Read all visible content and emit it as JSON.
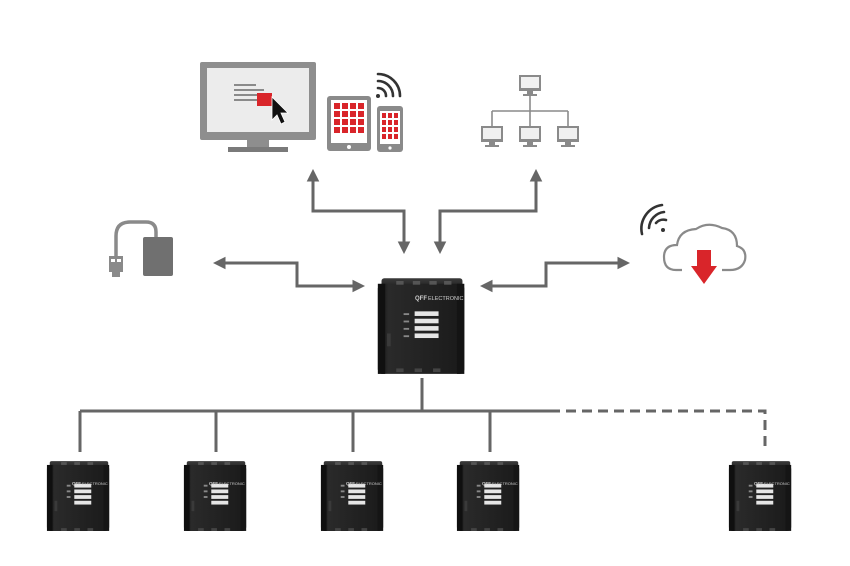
{
  "diagram": {
    "colors": {
      "line": "#666666",
      "line_dark": "#555555",
      "icon_gray": "#8a8a8a",
      "accent_red": "#d9252a",
      "device_body": "#1e1e1e",
      "device_edge": "#3a3a3a",
      "background": "#ffffff"
    },
    "central_device": {
      "brand_logo": "QFF",
      "brand_text": "ELECTRONIC"
    },
    "peripherals": [
      {
        "name": "pc-monitor-icon"
      },
      {
        "name": "tablet-icon"
      },
      {
        "name": "smartphone-icon"
      },
      {
        "name": "wifi-signal-icon"
      },
      {
        "name": "network-topology-icon"
      },
      {
        "name": "usb-adapter-icon"
      },
      {
        "name": "cloud-download-icon"
      }
    ],
    "slave_devices": [
      {
        "brand_logo": "QFF",
        "brand_text": "ELECTRONIC",
        "connection": "solid"
      },
      {
        "brand_logo": "QFF",
        "brand_text": "ELECTRONIC",
        "connection": "solid"
      },
      {
        "brand_logo": "QFF",
        "brand_text": "ELECTRONIC",
        "connection": "solid"
      },
      {
        "brand_logo": "QFF",
        "brand_text": "ELECTRONIC",
        "connection": "solid"
      },
      {
        "brand_logo": "QFF",
        "brand_text": "ELECTRONIC",
        "connection": "dashed"
      }
    ]
  }
}
